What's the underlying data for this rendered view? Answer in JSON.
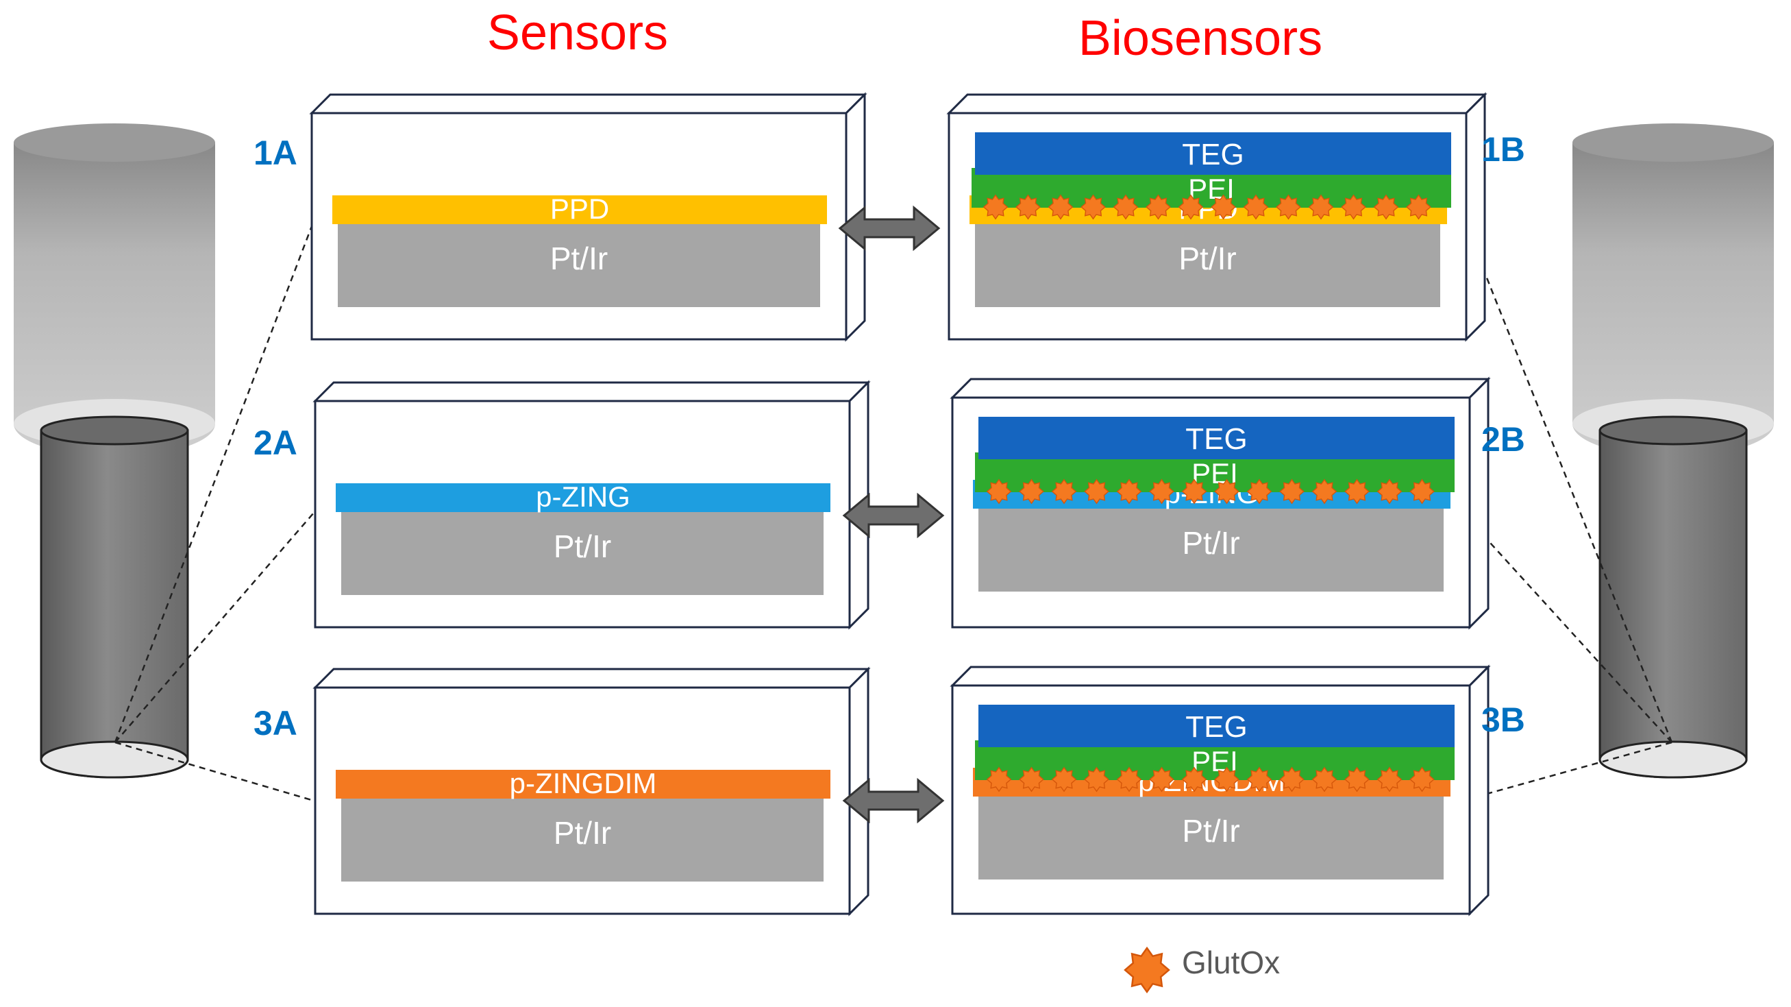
{
  "headings": {
    "left": "Sensors",
    "right": "Biosensors"
  },
  "panels": {
    "p1A": {
      "id": "1A",
      "layers": {
        "coat": "PPD",
        "base": "Pt/Ir"
      }
    },
    "p2A": {
      "id": "2A",
      "layers": {
        "coat": "p-ZING",
        "base": "Pt/Ir"
      }
    },
    "p3A": {
      "id": "3A",
      "layers": {
        "coat": "p-ZINGDIM",
        "base": "Pt/Ir"
      }
    },
    "p1B": {
      "id": "1B",
      "layers": {
        "top": "TEG",
        "middle": "PEI",
        "coat": "PPD",
        "base": "Pt/Ir"
      }
    },
    "p2B": {
      "id": "2B",
      "layers": {
        "top": "TEG",
        "middle": "PEI",
        "coat": "p-ZING",
        "base": "Pt/Ir"
      }
    },
    "p3B": {
      "id": "3B",
      "layers": {
        "top": "TEG",
        "middle": "PEI",
        "coat": "p-ZINGDIM",
        "base": "Pt/Ir"
      }
    }
  },
  "legend": {
    "label": "GlutOx",
    "icon": "glutox-enzyme-icon"
  },
  "colors": {
    "heading": "#ff0000",
    "panel_id": "#0070c0",
    "ppd": "#ffc000",
    "p_zing": "#1e9ee0",
    "p_zingdim": "#f47920",
    "teg": "#1565c0",
    "pei": "#2eaa2e",
    "pt_ir": "#a6a6a6",
    "glutox": "#f47920"
  }
}
